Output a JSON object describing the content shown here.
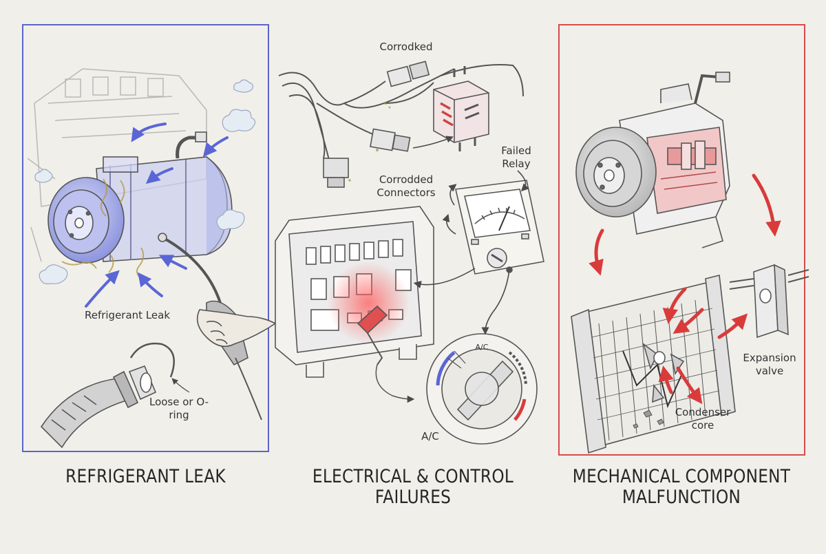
{
  "colors": {
    "background": "#f1efea",
    "leak_panel_border": "#5a64c8",
    "mechanical_panel_border": "#d84a4a",
    "leak_accent": "#5a66d6",
    "failure_accent": "#d93b3b",
    "pencil": "#555555"
  },
  "panels": {
    "leak": {
      "title": "REFRIGERANT LEAK",
      "labels": {
        "leak": "Refrigerant Leak",
        "oring": "Loose or O-ring"
      }
    },
    "electrical": {
      "title_line1": "ELECTRICAL & CONTROL",
      "title_line2": "FAILURES",
      "labels": {
        "corroded_top": "Corrodked",
        "corroded_connectors": "Corrodded Connectors",
        "failed_relay": "Failed Relay",
        "ac": "A/C",
        "dial_ac": "A/C"
      }
    },
    "mechanical": {
      "title_line1": "MECHANICAL COMPONENT",
      "title_line2": "MALFUNCTION",
      "labels": {
        "expansion_valve": "Expansion valve",
        "condenser_core": "Condenser core"
      }
    }
  }
}
